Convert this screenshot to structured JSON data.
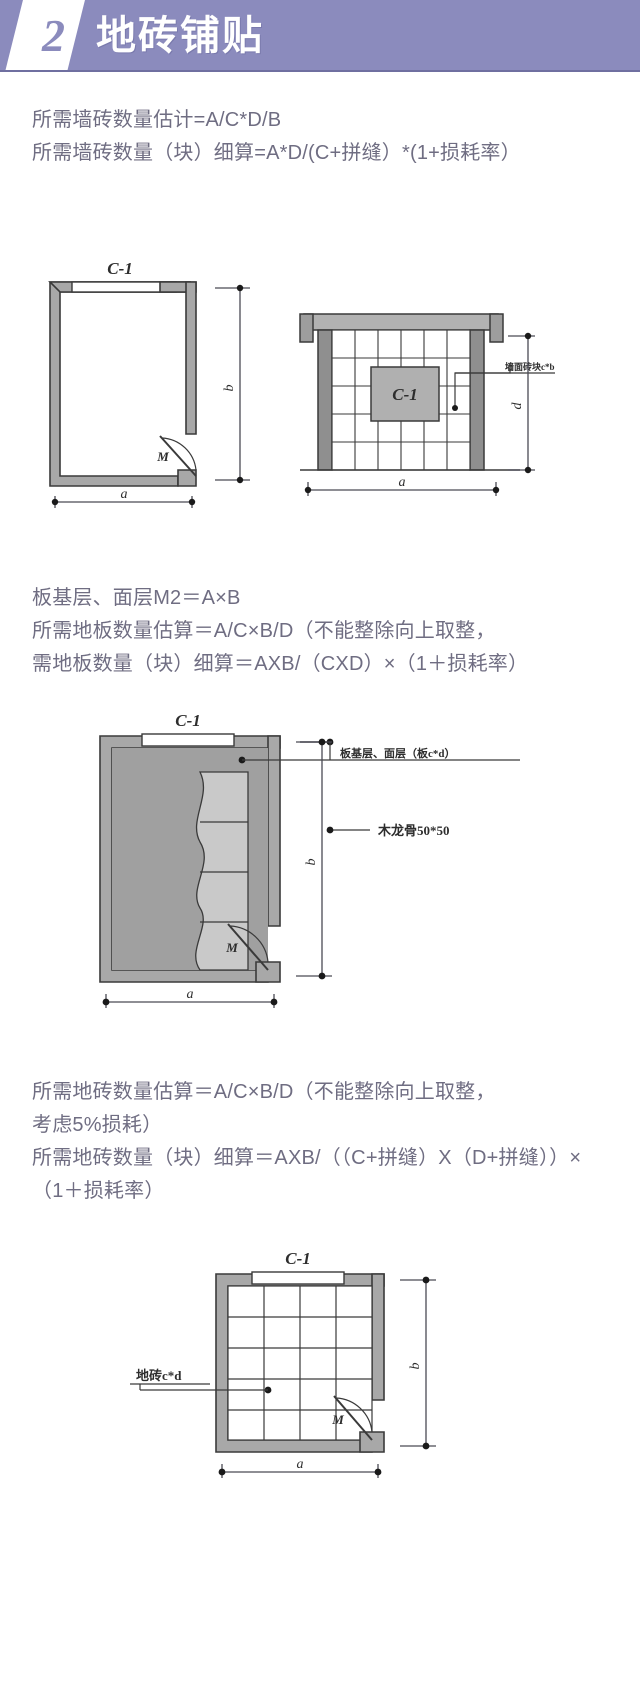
{
  "header": {
    "number": "2",
    "title": "地砖铺贴",
    "accent_color": "#8b8bbd",
    "badge_color": "#ffffff"
  },
  "sections": [
    {
      "id": "wall-tile",
      "paragraph_lines": [
        "所需墙砖数量估计=A/C*D/B",
        "所需墙砖数量（块）细算=A*D/(C+拼缝）*(1+损耗率）"
      ],
      "figure": {
        "name": "wall-tile-figure",
        "plan": {
          "window_label": "C-1",
          "door_label": "M",
          "dim_vertical": "b",
          "dim_horizontal": "a"
        },
        "elevation": {
          "window_label": "C-1",
          "callout": "墙面砖块c*b",
          "dim_vertical": "d",
          "dim_horizontal": "a",
          "tile_cols": 6,
          "tile_rows": 5
        }
      }
    },
    {
      "id": "floor-board",
      "paragraph_lines": [
        "板基层、面层M2＝A×B",
        "所需地板数量估算＝A/C×B/D（不能整除向上取整，",
        "需地板数量（块）细算＝AXB/（CXD）×（1＋损耗率）"
      ],
      "figure": {
        "name": "floor-board-figure",
        "window_label": "C-1",
        "door_label": "M",
        "callout_top": "板基层、面层（板c*d）",
        "callout_mid": "木龙骨50*50",
        "dim_vertical": "b",
        "dim_horizontal": "a"
      }
    },
    {
      "id": "floor-tile",
      "paragraph_lines": [
        "所需地砖数量估算＝A/C×B/D（不能整除向上取整，",
        "考虑5%损耗）",
        "所需地砖数量（块）细算＝AXB/（（C+拼缝）X（D+拼缝））×（1＋损耗率）"
      ],
      "figure": {
        "name": "floor-tile-figure",
        "window_label": "C-1",
        "door_label": "M",
        "callout": "地砖c*d",
        "dim_vertical": "b",
        "dim_horizontal": "a",
        "tile_cols": 4,
        "tile_rows": 5
      }
    }
  ],
  "colors": {
    "text": "#6f6d82",
    "wall_fill": "#a8a8a8",
    "wall_stroke": "#3a3a3a",
    "room_fill": "#ffffff",
    "tile_line": "#3a3a3a",
    "dim_line": "#4a4a55",
    "shade_fill": "#a0a0a0"
  }
}
